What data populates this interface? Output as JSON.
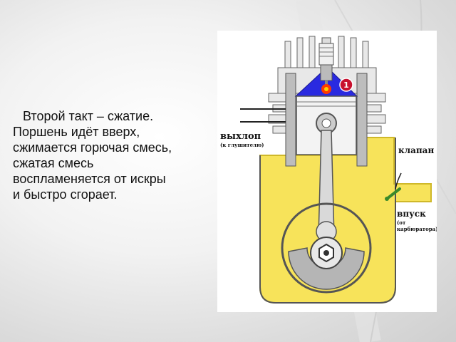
{
  "caption": {
    "lines": [
      "Второй такт – сжатие.",
      "Поршень идёт вверх,",
      "сжимается горючая смесь,",
      "сжатая смесь",
      "воспламеняется от искры",
      "и быстро сгорает."
    ]
  },
  "diagram": {
    "exhaust_label": "выхлоп",
    "exhaust_sub": "(к глушителю)",
    "valve_label": "клапан",
    "intake_label": "впуск",
    "intake_sub_1": "(от",
    "intake_sub_2": "карбюратора)",
    "stroke_badge": "1"
  },
  "colors": {
    "fuel_mixture": "#f7e35a",
    "compressed_charge": "#2a2ae0",
    "spark": "#ff3a00",
    "metal": "#c8c8c8"
  }
}
